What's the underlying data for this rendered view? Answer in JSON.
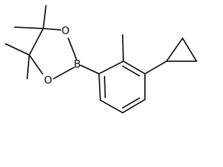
{
  "molecule": {
    "atom_labels": {
      "oxygen_upper": "O",
      "oxygen_lower": "O",
      "boron": "B"
    },
    "colors": {
      "bond": "#111111",
      "label": "#111111",
      "background": "#ffffff"
    }
  }
}
